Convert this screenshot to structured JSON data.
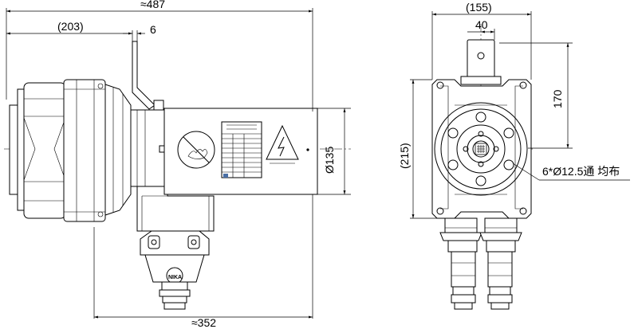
{
  "dimensions": {
    "overall_length": "≈487",
    "rear_length": "(203)",
    "offset": "6",
    "bottom_length": "≈352",
    "diameter": "Ø135",
    "width": "(155)",
    "bracket_width": "40",
    "height_upper": "170",
    "height_total": "(215)"
  },
  "annotations": {
    "hole_note": "6*Ø12.5通  均布",
    "connector_mark": "NIKA"
  }
}
